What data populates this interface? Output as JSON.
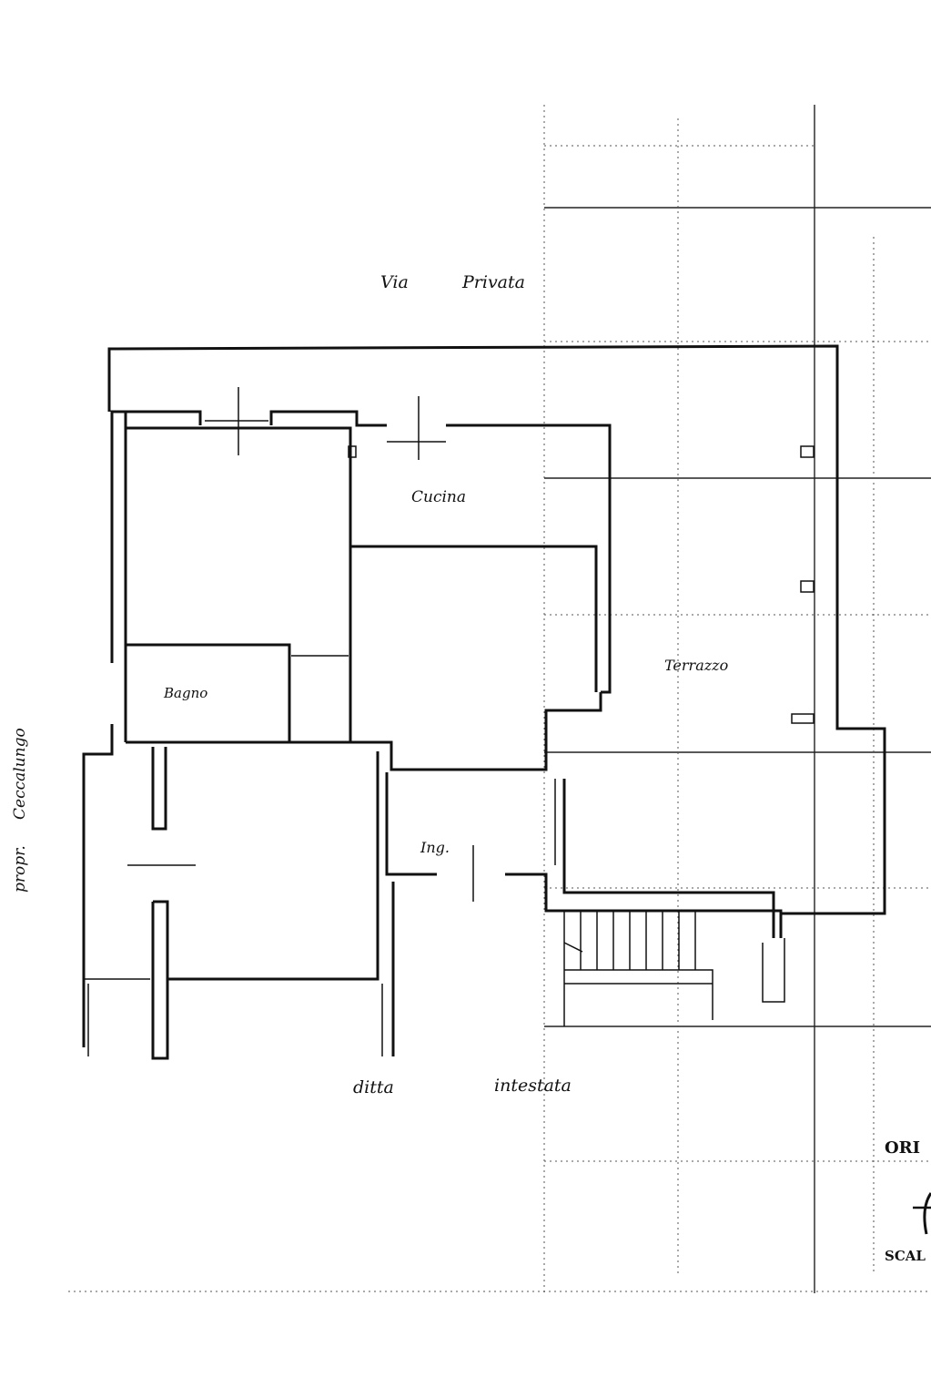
{
  "street_label": {
    "word1": "Via",
    "word2": "Privata"
  },
  "rooms": {
    "kitchen": "Cucina",
    "bathroom": "Bagno",
    "terrace": "Terrazzo",
    "entrance": "Ing."
  },
  "bottom_label": {
    "word1": "ditta",
    "word2": "intestata"
  },
  "side_label": {
    "word1": "propr.",
    "word2": "Ceccalungo"
  },
  "legend": {
    "orientation_partial": "ORI",
    "scale_partial": "SCAL"
  },
  "colors": {
    "ink": "#111111",
    "paper": "#ffffff"
  }
}
